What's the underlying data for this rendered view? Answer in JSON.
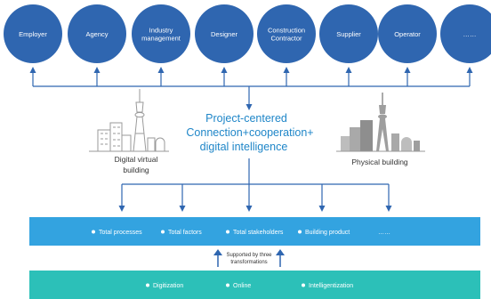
{
  "stakeholders": [
    {
      "lines": [
        "Employer"
      ]
    },
    {
      "lines": [
        "Agency"
      ]
    },
    {
      "lines": [
        "Industry",
        "management"
      ]
    },
    {
      "lines": [
        "Designer"
      ]
    },
    {
      "lines": [
        "Construction",
        "Contractor"
      ]
    },
    {
      "lines": [
        "Supplier"
      ]
    },
    {
      "lines": [
        "Operator"
      ]
    },
    {
      "lines": [
        "……"
      ]
    }
  ],
  "center": {
    "line1": "Project-centered",
    "line2": "Connection+cooperation+",
    "line3": "digital intelligence"
  },
  "digital_building": {
    "line1": "Digital virtual",
    "line2": "building"
  },
  "physical_building": {
    "label": "Physical building"
  },
  "top_bar": {
    "items": [
      "Total processes",
      "Total factors",
      "Total stakeholders",
      "Building product"
    ],
    "ellipsis": "……"
  },
  "support": {
    "line1": "Supported by three",
    "line2": "transformations"
  },
  "bottom_bar": {
    "items": [
      "Digitization",
      "Online",
      "Intelligentization"
    ]
  },
  "colors": {
    "circle": "#2f66b0",
    "line": "#2f66b0",
    "center_text": "#1f86c8",
    "top_bar": "#33a3e0",
    "bottom_bar": "#2cc0b8",
    "building_gray": "#999999",
    "building_light": "#bdbdbd"
  }
}
